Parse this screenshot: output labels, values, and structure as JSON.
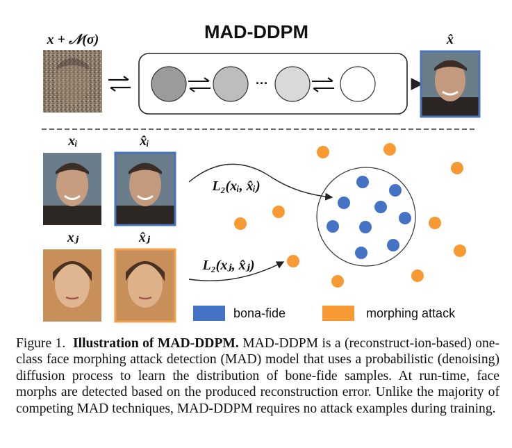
{
  "figure": {
    "title": "MAD-DDPM",
    "noisy_input_label": "x + 𝒩(σ)",
    "output_label": "x̂",
    "xi_label": "xᵢ",
    "xi_hat_label": "x̂ᵢ",
    "xj_label": "xⱼ",
    "xj_hat_label": "x̂ⱼ",
    "loss_i_label": "L₂(xᵢ, x̂ᵢ)",
    "loss_j_label": "L₂(xⱼ, x̂ⱼ)",
    "ellipsis": "···",
    "legend": {
      "bona_fide": "bona-fide",
      "morphing_attack": "morphing attack"
    },
    "colors": {
      "bona_fide": "#4472c4",
      "morphing_attack": "#f79a33",
      "frame_blue": "#4a72b8",
      "frame_orange": "#f2a24a"
    }
  },
  "caption": {
    "label": "Figure 1.",
    "title": "Illustration of MAD-DDPM.",
    "text": "MAD-DDPM is a (reconstruct-ion-based) one-class face morphing attack detection (MAD) model that uses a probabilistic (denoising) diffusion process to learn the distribution of bone-fide samples. At run-time, face morphs are detected based on the produced reconstruction error. Unlike the majority of competing MAD techniques, MAD-DDPM requires no attack examples during training."
  }
}
